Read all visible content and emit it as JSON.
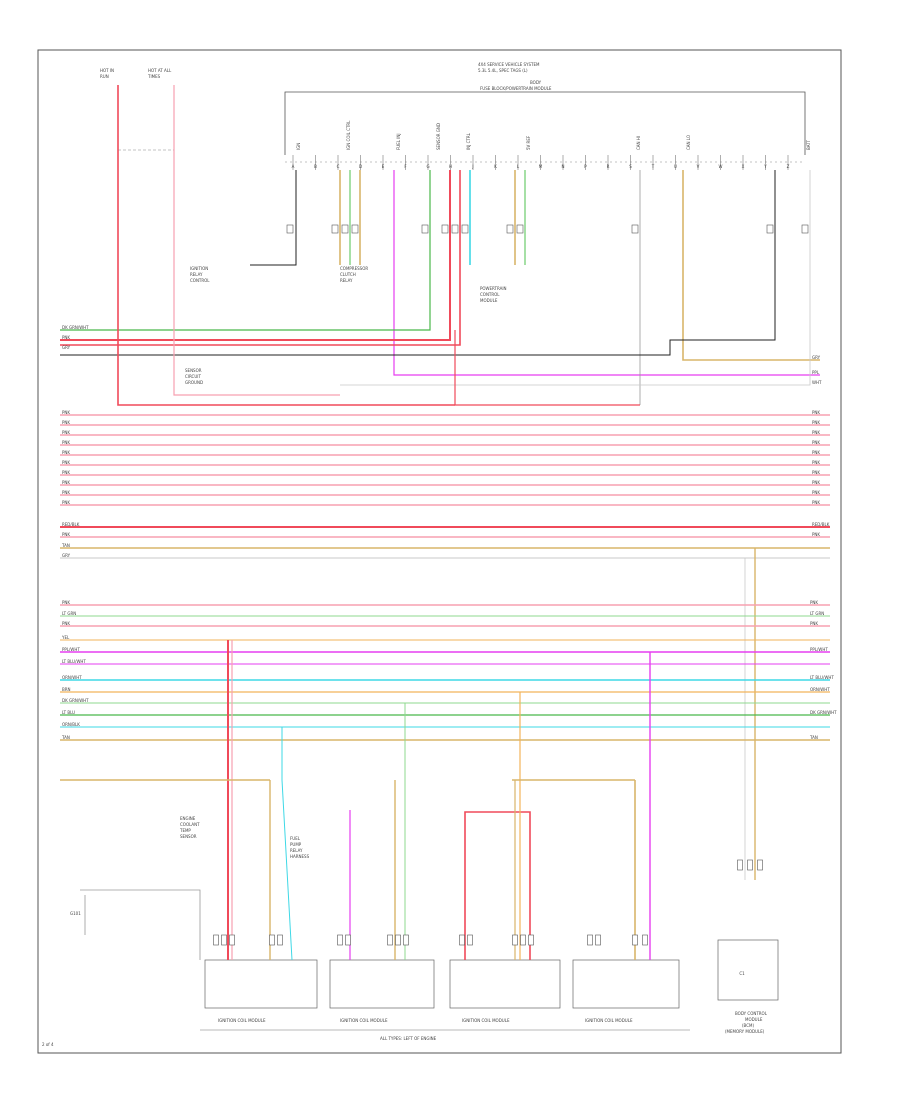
{
  "colors": {
    "red": "#f04a5a",
    "pink": "#f7a1b0",
    "green": "#49b84a",
    "magenta": "#e63ef0",
    "cyan": "#3ed8e6",
    "tan": "#d9b56a",
    "orange": "#f2b35a",
    "gray": "#9a9a9a",
    "black": "#222222",
    "ltgreen": "#8fd88f",
    "ltgray": "#c9c9c9"
  },
  "labels": {
    "top_module_lines": [
      "4X4 SERVICE VEHICLE SYSTEM",
      "5.3L 5.4L, SPEC TAGS (L)",
      "BODY",
      "FUSE BLOCK/POWERTRAIN MODULE"
    ],
    "left_top_a": [
      "HOT IN",
      "RUN"
    ],
    "left_top_b": [
      "HOT AT ALL",
      "TIMES"
    ],
    "relay_label": [
      "IGNITION",
      "RELAY",
      "CONTROL"
    ],
    "upper_block_label": [
      "COMPRESSOR",
      "CLUTCH",
      "RELAY"
    ],
    "mid_block_label": [
      "POWERTRAIN",
      "CONTROL",
      "MODULE"
    ],
    "sensor_label": [
      "SENSOR",
      "CIRCUIT",
      "GROUND"
    ],
    "cooling_label": [
      "ENGINE",
      "COOLANT",
      "TEMP",
      "SENSOR"
    ],
    "fuel_label": [
      "FUEL",
      "PUMP",
      "RELAY",
      "HARNESS"
    ],
    "ground_label": [
      "G101"
    ],
    "bottom_center": "ALL TYPES: LEFT OF ENGINE",
    "bottom_right": [
      "BODY CONTROL",
      "MODULE",
      "(BCM)",
      "(MEMORY MODULE)"
    ],
    "module_caption": "IGNITION COIL MODULE",
    "page_ref": "2 of 4",
    "row_left_a": [
      "DK GRN/WHT",
      "PNK",
      "GRY"
    ],
    "row_left_b": [
      "PNK",
      "PNK",
      "PNK",
      "PNK",
      "PNK",
      "PNK",
      "PNK",
      "PNK",
      "PNK",
      "PNK"
    ],
    "row_left_c": [
      "RED/BLK",
      "PNK",
      "TAN",
      "GRY"
    ],
    "row_left_d": [
      "PNK",
      "LT GRN",
      "PNK",
      "YEL",
      "PPL/WHT",
      "LT BLU/WHT",
      "ORN/WHT",
      "BRN",
      "DK GRN/WHT",
      "LT BLU",
      "ORN/BLK",
      "TAN"
    ],
    "row_right_a": [
      "GRY",
      "PPL",
      "WHT"
    ],
    "row_right_c": [
      "RED/BLK",
      "PNK"
    ],
    "row_right_d": [
      "PNK",
      "LT GRN",
      "PNK",
      "PPL/WHT",
      "ORN/WHT",
      "LT BLU/WHT",
      "DK GRN/WHT",
      "TAN"
    ],
    "connector": "C1",
    "pcm_pins": [
      "A",
      "B",
      "C",
      "D",
      "E",
      "F",
      "G",
      "H",
      "J",
      "K",
      "L",
      "M",
      "N",
      "P",
      "R",
      "S",
      "T",
      "U",
      "V",
      "W",
      "X",
      "Y",
      "Z"
    ],
    "pcm_signals": [
      "IGN",
      "IGN COIL CTRL",
      "FUEL INJ",
      "SENSOR GND",
      "INJ CTRL",
      "5V REF",
      "CAN HI",
      "CAN LO",
      "BATT"
    ]
  }
}
